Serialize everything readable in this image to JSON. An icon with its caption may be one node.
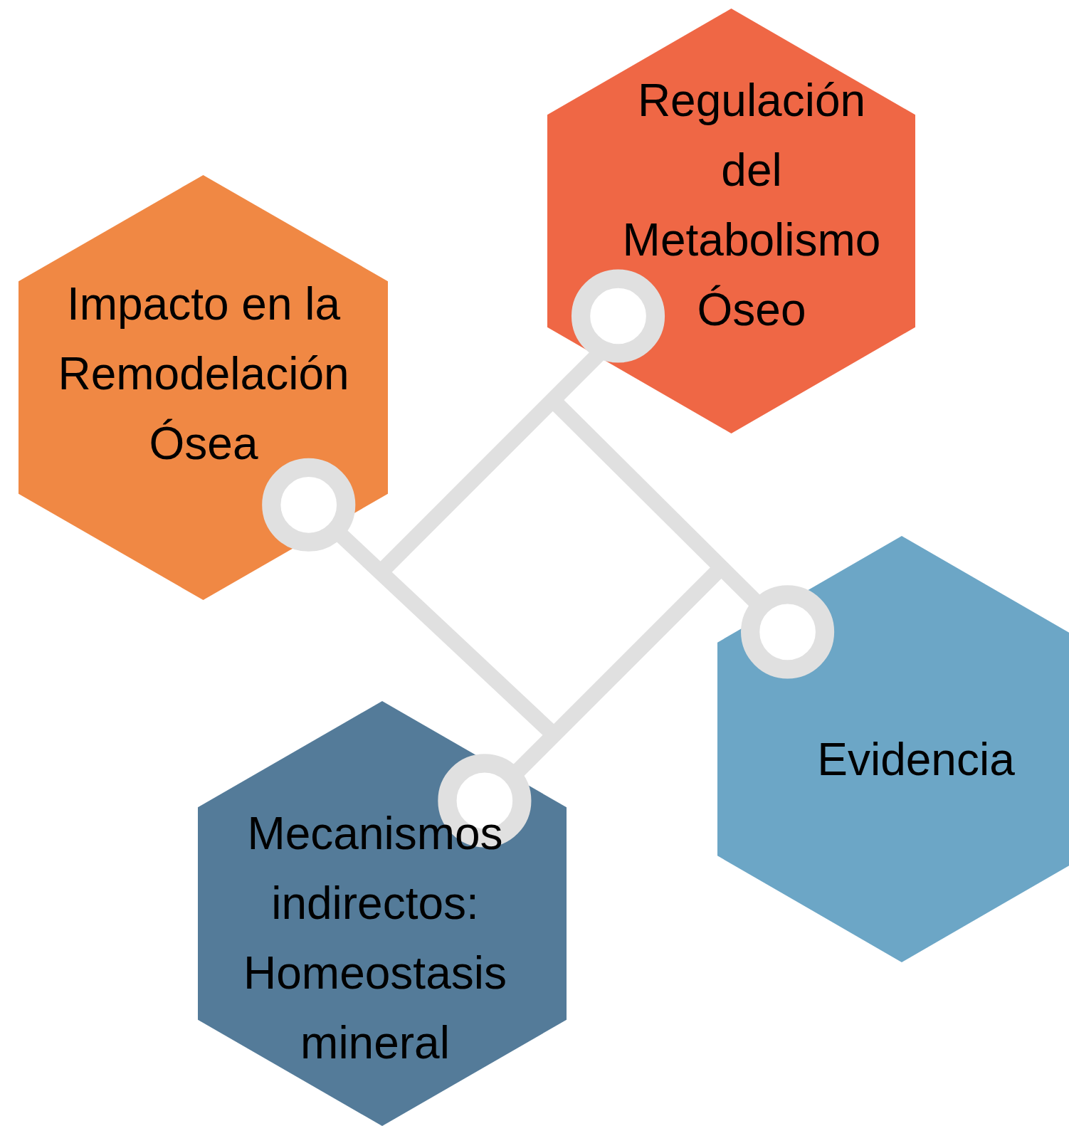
{
  "diagram": {
    "nodes": [
      {
        "text": [
          "Regulación del Metabolismo Óseo"
        ]
      },
      {
        "text": [
          "Impacto en la Remodelación Ósea"
        ]
      },
      {
        "text": [
          "Evidencia"
        ]
      },
      {
        "text": [
          "Mecanismos indirectos: Homeostasis mineral"
        ]
      }
    ]
  }
}
